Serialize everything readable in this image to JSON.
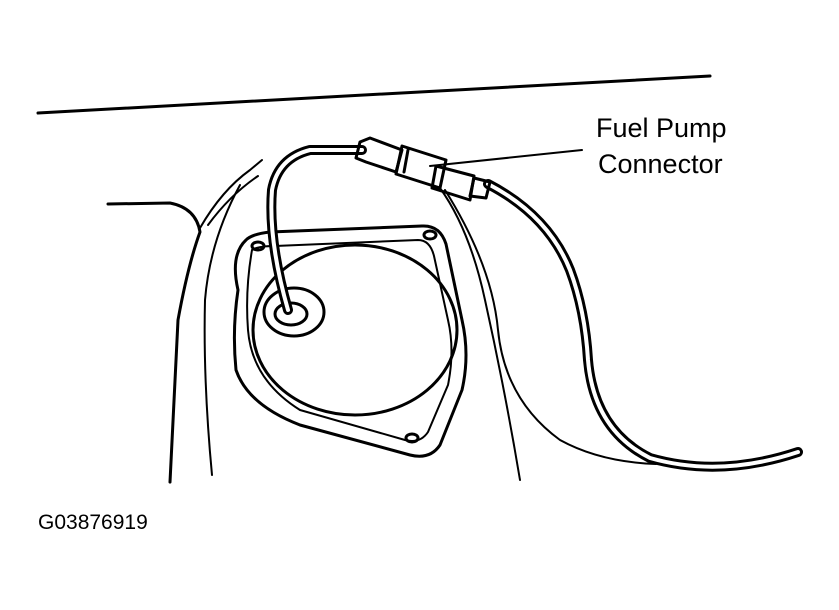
{
  "callout": {
    "line1": "Fuel Pump",
    "line2": "Connector"
  },
  "figure_id": "G03876919",
  "colors": {
    "ink": "#000000",
    "paper": "#ffffff"
  }
}
